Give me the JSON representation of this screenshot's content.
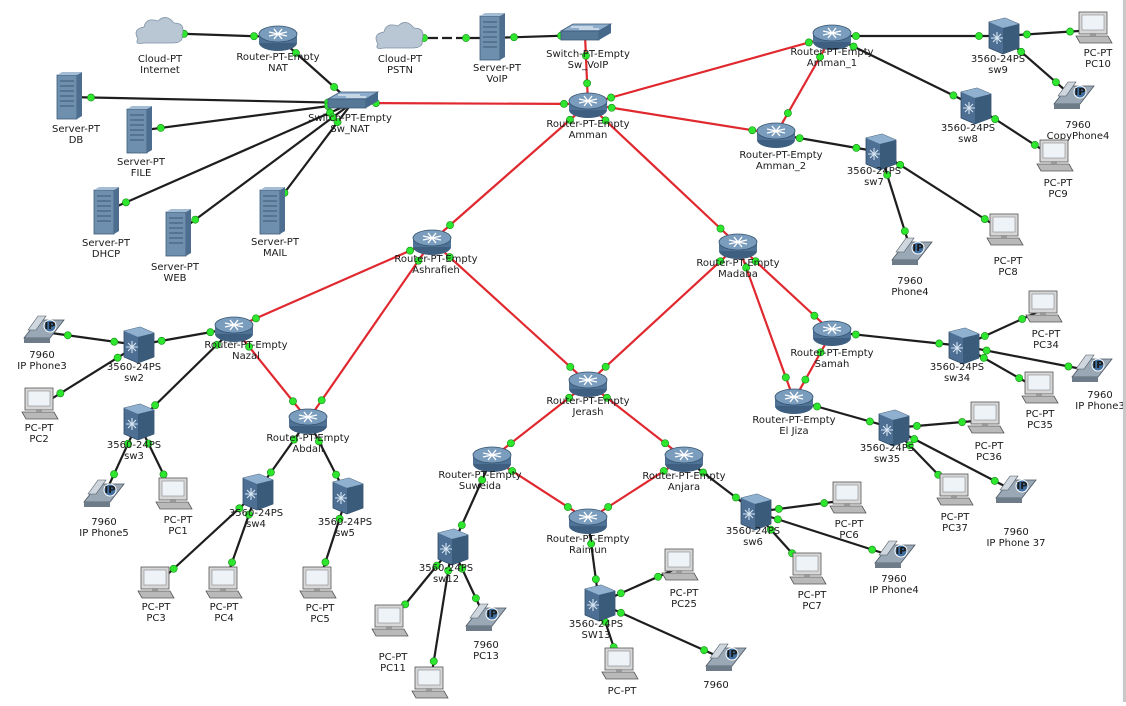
{
  "colors": {
    "wan_link": "#e0282f",
    "lan_link": "#1e1e1e",
    "link_light": "#2ee62e",
    "router": "#5a7fa3",
    "switch": "#4f7095",
    "server": "#8ea7bf",
    "cloud": "#a8b8c8"
  },
  "nodes": [
    {
      "id": "cloud_internet",
      "kind": "cloud",
      "icon": "cloud-icon",
      "lines": [
        "Cloud-PT",
        "Internet"
      ]
    },
    {
      "id": "router_nat",
      "kind": "router",
      "icon": "router-icon",
      "lines": [
        "Router-PT-Empty",
        "NAT"
      ]
    },
    {
      "id": "cloud_pstn",
      "kind": "cloud",
      "icon": "cloud-icon",
      "lines": [
        "Cloud-PT",
        "PSTN"
      ]
    },
    {
      "id": "server_voip",
      "kind": "server",
      "icon": "server-icon",
      "lines": [
        "Server-PT",
        "VoIP"
      ]
    },
    {
      "id": "sw_voip",
      "kind": "switch2960",
      "icon": "switch-icon",
      "lines": [
        "Switch-PT-Empty",
        "Sw_VoIP"
      ]
    },
    {
      "id": "server_db",
      "kind": "server",
      "icon": "server-icon",
      "lines": [
        "Server-PT",
        "DB"
      ]
    },
    {
      "id": "server_file",
      "kind": "server",
      "icon": "server-icon",
      "lines": [
        "Server-PT",
        "FILE"
      ]
    },
    {
      "id": "server_dhcp",
      "kind": "server",
      "icon": "server-icon",
      "lines": [
        "Server-PT",
        "DHCP"
      ]
    },
    {
      "id": "server_web",
      "kind": "server",
      "icon": "server-icon",
      "lines": [
        "Server-PT",
        "WEB"
      ]
    },
    {
      "id": "server_mail",
      "kind": "server",
      "icon": "server-icon",
      "lines": [
        "Server-PT",
        "MAIL"
      ]
    },
    {
      "id": "sw_nat",
      "kind": "switch2960",
      "icon": "switch-icon",
      "lines": [
        "Switch-PT-Empty",
        "Sw_NAT"
      ]
    },
    {
      "id": "router_amman",
      "kind": "router",
      "icon": "router-icon",
      "lines": [
        "Router-PT-Empty",
        "Amman"
      ]
    },
    {
      "id": "router_amman1",
      "kind": "router",
      "icon": "router-icon",
      "lines": [
        "Router-PT-Empty",
        "Amman_1"
      ]
    },
    {
      "id": "sw9",
      "kind": "switch3560",
      "icon": "multilayer-switch-icon",
      "lines": [
        "3560-24PS",
        "sw9"
      ]
    },
    {
      "id": "pc10",
      "kind": "pc",
      "icon": "pc-icon",
      "lines": [
        "PC-PT",
        "PC10"
      ]
    },
    {
      "id": "copyphone4",
      "kind": "phone",
      "icon": "ip-phone-icon",
      "lines": [
        "7960",
        "CopyPhone4"
      ]
    },
    {
      "id": "sw8",
      "kind": "switch3560",
      "icon": "multilayer-switch-icon",
      "lines": [
        "3560-24PS",
        "sw8"
      ]
    },
    {
      "id": "pc9",
      "kind": "pc",
      "icon": "pc-icon",
      "lines": [
        "PC-PT",
        "PC9"
      ]
    },
    {
      "id": "router_amman2",
      "kind": "router",
      "icon": "router-icon",
      "lines": [
        "Router-PT-Empty",
        "Amman_2"
      ]
    },
    {
      "id": "sw7",
      "kind": "switch3560",
      "icon": "multilayer-switch-icon",
      "lines": [
        "3560-24PS",
        "sw7"
      ]
    },
    {
      "id": "phone4",
      "kind": "phone",
      "icon": "ip-phone-icon",
      "lines": [
        "7960",
        "Phone4"
      ]
    },
    {
      "id": "pc8",
      "kind": "pc",
      "icon": "pc-icon",
      "lines": [
        "PC-PT",
        "PC8"
      ]
    },
    {
      "id": "router_ashrafieh",
      "kind": "router",
      "icon": "router-icon",
      "lines": [
        "Router-PT-Empty",
        "Ashrafieh"
      ]
    },
    {
      "id": "router_madaba",
      "kind": "router",
      "icon": "router-icon",
      "lines": [
        "Router-PT-Empty",
        "Madaba"
      ]
    },
    {
      "id": "router_nazal",
      "kind": "router",
      "icon": "router-icon",
      "lines": [
        "Router-PT-Empty",
        "Nazal"
      ]
    },
    {
      "id": "phone3",
      "kind": "phone",
      "icon": "ip-phone-icon",
      "lines": [
        "7960",
        "IP Phone3"
      ]
    },
    {
      "id": "sw2",
      "kind": "switch3560",
      "icon": "multilayer-switch-icon",
      "lines": [
        "3560-24PS",
        "sw2"
      ]
    },
    {
      "id": "pc2",
      "kind": "pc",
      "icon": "pc-icon",
      "lines": [
        "PC-PT",
        "PC2"
      ]
    },
    {
      "id": "sw3",
      "kind": "switch3560",
      "icon": "multilayer-switch-icon",
      "lines": [
        "3560-24PS",
        "sw3"
      ]
    },
    {
      "id": "phone5",
      "kind": "phone",
      "icon": "ip-phone-icon",
      "lines": [
        "7960",
        "IP Phone5"
      ]
    },
    {
      "id": "pc1",
      "kind": "pc",
      "icon": "pc-icon",
      "lines": [
        "PC-PT",
        "PC1"
      ]
    },
    {
      "id": "router_abdali",
      "kind": "router",
      "icon": "router-icon",
      "lines": [
        "Router-PT-Empty",
        "Abdali"
      ]
    },
    {
      "id": "sw4",
      "kind": "switch3560",
      "icon": "multilayer-switch-icon",
      "lines": [
        "3560-24PS",
        "sw4"
      ]
    },
    {
      "id": "sw5",
      "kind": "switch3560",
      "icon": "multilayer-switch-icon",
      "lines": [
        "3560-24PS",
        "sw5"
      ]
    },
    {
      "id": "pc3",
      "kind": "pc",
      "icon": "pc-icon",
      "lines": [
        "PC-PT",
        "PC3"
      ]
    },
    {
      "id": "pc4",
      "kind": "pc",
      "icon": "pc-icon",
      "lines": [
        "PC-PT",
        "PC4"
      ]
    },
    {
      "id": "pc5",
      "kind": "pc",
      "icon": "pc-icon",
      "lines": [
        "PC-PT",
        "PC5"
      ]
    },
    {
      "id": "router_jerash",
      "kind": "router",
      "icon": "router-icon",
      "lines": [
        "Router-PT-Empty",
        "Jerash"
      ]
    },
    {
      "id": "router_suweida",
      "kind": "router",
      "icon": "router-icon",
      "lines": [
        "Router-PT-Empty",
        "Suweida"
      ]
    },
    {
      "id": "router_anjara",
      "kind": "router",
      "icon": "router-icon",
      "lines": [
        "Router-PT-Empty",
        "Anjara"
      ]
    },
    {
      "id": "router_raimun",
      "kind": "router",
      "icon": "router-icon",
      "lines": [
        "Router-PT-Empty",
        "Raimun"
      ]
    },
    {
      "id": "sw12",
      "kind": "switch3560",
      "icon": "multilayer-switch-icon",
      "lines": [
        "3560-24PS",
        "sw12"
      ]
    },
    {
      "id": "pc11",
      "kind": "pc",
      "icon": "pc-icon",
      "lines": [
        "PC-PT",
        "PC11"
      ]
    },
    {
      "id": "pc_sw12_bottom",
      "kind": "pc",
      "icon": "pc-icon",
      "lines": []
    },
    {
      "id": "pc13",
      "kind": "phone",
      "icon": "ip-phone-icon",
      "lines": [
        "7960",
        "PC13"
      ]
    },
    {
      "id": "sw13",
      "kind": "switch3560",
      "icon": "multilayer-switch-icon",
      "lines": [
        "3560-24PS",
        "SW13"
      ]
    },
    {
      "id": "pc25",
      "kind": "pc",
      "icon": "pc-icon",
      "lines": [
        "PC-PT",
        "PC25"
      ]
    },
    {
      "id": "pc_sw13_bottom",
      "kind": "pc",
      "icon": "pc-icon",
      "lines": [
        "PC-PT"
      ]
    },
    {
      "id": "phone_sw13",
      "kind": "phone",
      "icon": "ip-phone-icon",
      "lines": [
        "7960"
      ]
    },
    {
      "id": "sw6",
      "kind": "switch3560",
      "icon": "multilayer-switch-icon",
      "lines": [
        "3560-24PS",
        "sw6"
      ]
    },
    {
      "id": "pc6",
      "kind": "pc",
      "icon": "pc-icon",
      "lines": [
        "PC-PT",
        "PC6"
      ]
    },
    {
      "id": "pc7",
      "kind": "pc",
      "icon": "pc-icon",
      "lines": [
        "PC-PT",
        "PC7"
      ]
    },
    {
      "id": "phone_ip4",
      "kind": "phone",
      "icon": "ip-phone-icon",
      "lines": [
        "7960",
        "IP Phone4"
      ]
    },
    {
      "id": "router_samah",
      "kind": "router",
      "icon": "router-icon",
      "lines": [
        "Router-PT-Empty",
        "Samah"
      ]
    },
    {
      "id": "router_eljiza",
      "kind": "router",
      "icon": "router-icon",
      "lines": [
        "Router-PT-Empty",
        "El Jiza"
      ]
    },
    {
      "id": "sw34",
      "kind": "switch3560",
      "icon": "multilayer-switch-icon",
      "lines": [
        "3560-24PS",
        "sw34"
      ]
    },
    {
      "id": "pc34",
      "kind": "pc",
      "icon": "pc-icon",
      "lines": [
        "PC-PT",
        "PC34"
      ]
    },
    {
      "id": "pc35",
      "kind": "pc",
      "icon": "pc-icon",
      "lines": [
        "PC-PT",
        "PC35"
      ]
    },
    {
      "id": "phone_sw34",
      "kind": "phone",
      "icon": "ip-phone-icon",
      "lines": [
        "7960",
        "IP Phone3"
      ]
    },
    {
      "id": "sw35",
      "kind": "switch3560",
      "icon": "multilayer-switch-icon",
      "lines": [
        "3560-24PS",
        "sw35"
      ]
    },
    {
      "id": "pc36",
      "kind": "pc",
      "icon": "pc-icon",
      "lines": [
        "PC-PT",
        "PC36"
      ]
    },
    {
      "id": "pc37",
      "kind": "pc",
      "icon": "pc-icon",
      "lines": [
        "PC-PT",
        "PC37"
      ]
    },
    {
      "id": "phone37",
      "kind": "phone",
      "icon": "ip-phone-icon",
      "lines": [
        "7960",
        "IP Phone 37"
      ]
    }
  ],
  "links": [
    {
      "a": "cloud_internet",
      "b": "router_nat",
      "type": "lan"
    },
    {
      "a": "router_nat",
      "b": "sw_nat",
      "type": "lan"
    },
    {
      "a": "cloud_pstn",
      "b": "server_voip",
      "type": "dashed"
    },
    {
      "a": "server_voip",
      "b": "sw_voip",
      "type": "lan"
    },
    {
      "a": "sw_voip",
      "b": "router_amman",
      "type": "wan"
    },
    {
      "a": "server_db",
      "b": "sw_nat",
      "type": "lan"
    },
    {
      "a": "server_file",
      "b": "sw_nat",
      "type": "lan"
    },
    {
      "a": "server_dhcp",
      "b": "sw_nat",
      "type": "lan"
    },
    {
      "a": "server_web",
      "b": "sw_nat",
      "type": "lan"
    },
    {
      "a": "server_mail",
      "b": "sw_nat",
      "type": "lan"
    },
    {
      "a": "sw_nat",
      "b": "router_amman",
      "type": "wan"
    },
    {
      "a": "router_amman",
      "b": "router_amman1",
      "type": "wan"
    },
    {
      "a": "router_amman",
      "b": "router_amman2",
      "type": "wan"
    },
    {
      "a": "router_amman1",
      "b": "router_amman2",
      "type": "wan"
    },
    {
      "a": "router_amman1",
      "b": "sw9",
      "type": "lan"
    },
    {
      "a": "router_amman1",
      "b": "sw8",
      "type": "lan"
    },
    {
      "a": "sw9",
      "b": "pc10",
      "type": "lan"
    },
    {
      "a": "sw9",
      "b": "copyphone4",
      "type": "lan"
    },
    {
      "a": "sw8",
      "b": "pc9",
      "type": "lan"
    },
    {
      "a": "router_amman2",
      "b": "sw7",
      "type": "lan"
    },
    {
      "a": "sw7",
      "b": "phone4",
      "type": "lan"
    },
    {
      "a": "sw7",
      "b": "pc8",
      "type": "lan"
    },
    {
      "a": "router_amman",
      "b": "router_ashrafieh",
      "type": "wan"
    },
    {
      "a": "router_amman",
      "b": "router_madaba",
      "type": "wan"
    },
    {
      "a": "router_ashrafieh",
      "b": "router_nazal",
      "type": "wan"
    },
    {
      "a": "router_ashrafieh",
      "b": "router_abdali",
      "type": "wan"
    },
    {
      "a": "router_ashrafieh",
      "b": "router_jerash",
      "type": "wan"
    },
    {
      "a": "router_madaba",
      "b": "router_jerash",
      "type": "wan"
    },
    {
      "a": "router_madaba",
      "b": "router_samah",
      "type": "wan"
    },
    {
      "a": "router_madaba",
      "b": "router_eljiza",
      "type": "wan"
    },
    {
      "a": "router_samah",
      "b": "router_eljiza",
      "type": "wan"
    },
    {
      "a": "router_nazal",
      "b": "router_abdali",
      "type": "wan"
    },
    {
      "a": "router_nazal",
      "b": "sw2",
      "type": "lan"
    },
    {
      "a": "router_nazal",
      "b": "sw3",
      "type": "lan"
    },
    {
      "a": "sw2",
      "b": "phone3",
      "type": "lan"
    },
    {
      "a": "sw2",
      "b": "pc2",
      "type": "lan"
    },
    {
      "a": "sw3",
      "b": "phone5",
      "type": "lan"
    },
    {
      "a": "sw3",
      "b": "pc1",
      "type": "lan"
    },
    {
      "a": "router_abdali",
      "b": "sw4",
      "type": "lan"
    },
    {
      "a": "router_abdali",
      "b": "sw5",
      "type": "lan"
    },
    {
      "a": "sw4",
      "b": "pc3",
      "type": "lan"
    },
    {
      "a": "sw4",
      "b": "pc4",
      "type": "lan"
    },
    {
      "a": "sw5",
      "b": "pc5",
      "type": "lan"
    },
    {
      "a": "router_jerash",
      "b": "router_suweida",
      "type": "wan"
    },
    {
      "a": "router_jerash",
      "b": "router_anjara",
      "type": "wan"
    },
    {
      "a": "router_suweida",
      "b": "router_raimun",
      "type": "wan"
    },
    {
      "a": "router_anjara",
      "b": "router_raimun",
      "type": "wan"
    },
    {
      "a": "router_suweida",
      "b": "sw12",
      "type": "lan"
    },
    {
      "a": "sw12",
      "b": "pc11",
      "type": "lan"
    },
    {
      "a": "sw12",
      "b": "pc_sw12_bottom",
      "type": "lan"
    },
    {
      "a": "sw12",
      "b": "pc13",
      "type": "lan"
    },
    {
      "a": "router_raimun",
      "b": "sw13",
      "type": "lan"
    },
    {
      "a": "sw13",
      "b": "pc25",
      "type": "lan"
    },
    {
      "a": "sw13",
      "b": "pc_sw13_bottom",
      "type": "lan"
    },
    {
      "a": "sw13",
      "b": "phone_sw13",
      "type": "lan"
    },
    {
      "a": "router_anjara",
      "b": "sw6",
      "type": "lan"
    },
    {
      "a": "sw6",
      "b": "pc6",
      "type": "lan"
    },
    {
      "a": "sw6",
      "b": "pc7",
      "type": "lan"
    },
    {
      "a": "sw6",
      "b": "phone_ip4",
      "type": "lan"
    },
    {
      "a": "router_samah",
      "b": "sw34",
      "type": "lan"
    },
    {
      "a": "sw34",
      "b": "pc34",
      "type": "lan"
    },
    {
      "a": "sw34",
      "b": "pc35",
      "type": "lan"
    },
    {
      "a": "sw34",
      "b": "phone_sw34",
      "type": "lan"
    },
    {
      "a": "router_eljiza",
      "b": "sw35",
      "type": "lan"
    },
    {
      "a": "sw35",
      "b": "pc36",
      "type": "lan"
    },
    {
      "a": "sw35",
      "b": "pc37",
      "type": "lan"
    },
    {
      "a": "sw35",
      "b": "phone37",
      "type": "lan"
    }
  ]
}
